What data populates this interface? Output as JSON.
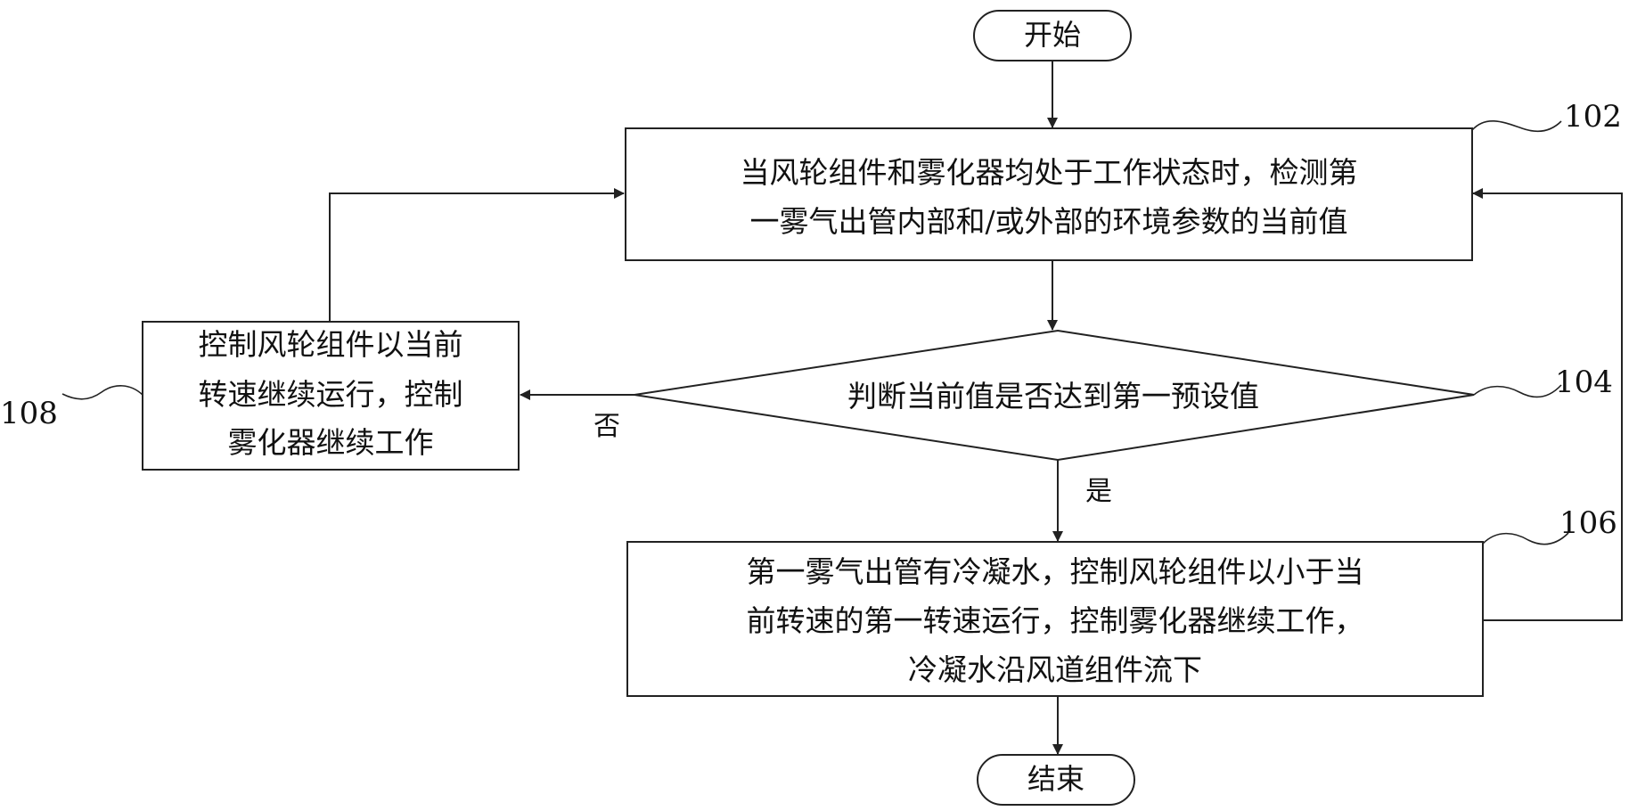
{
  "flowchart": {
    "start": "开始",
    "end": "结束",
    "step102": {
      "ref": "102",
      "lines": [
        "当风轮组件和雾化器均处于工作状态时，检测第",
        "一雾气出管内部和/或外部的环境参数的当前值"
      ]
    },
    "step104": {
      "ref": "104",
      "text": "判断当前值是否达到第一预设值"
    },
    "step106": {
      "ref": "106",
      "lines": [
        "第一雾气出管有冷凝水，控制风轮组件以小于当",
        "前转速的第一转速运行，控制雾化器继续工作，",
        "冷凝水沿风道组件流下"
      ]
    },
    "step108": {
      "ref": "108",
      "lines": [
        "控制风轮组件以当前",
        "转速继续运行，控制",
        "雾化器继续工作"
      ]
    },
    "yes_label": "是",
    "no_label": "否"
  }
}
